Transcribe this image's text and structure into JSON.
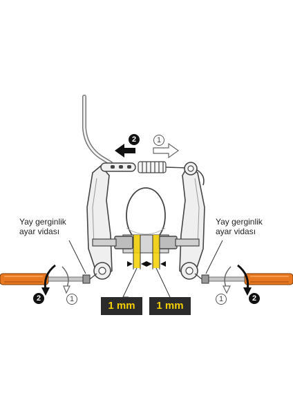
{
  "labels": {
    "left_screw": [
      "Yay gerginlik",
      "ayar vidası"
    ],
    "right_screw": [
      "Yay gerginlik",
      "ayar vidası"
    ],
    "gap_left": "1 mm",
    "gap_right": "1 mm"
  },
  "steps": {
    "one": "1",
    "two": "2"
  },
  "colors": {
    "accent_yellow": "#f5d000",
    "screwdriver_orange": "#e87722",
    "badge_dark": "#2b2b2b",
    "outline_gray": "#555555"
  }
}
